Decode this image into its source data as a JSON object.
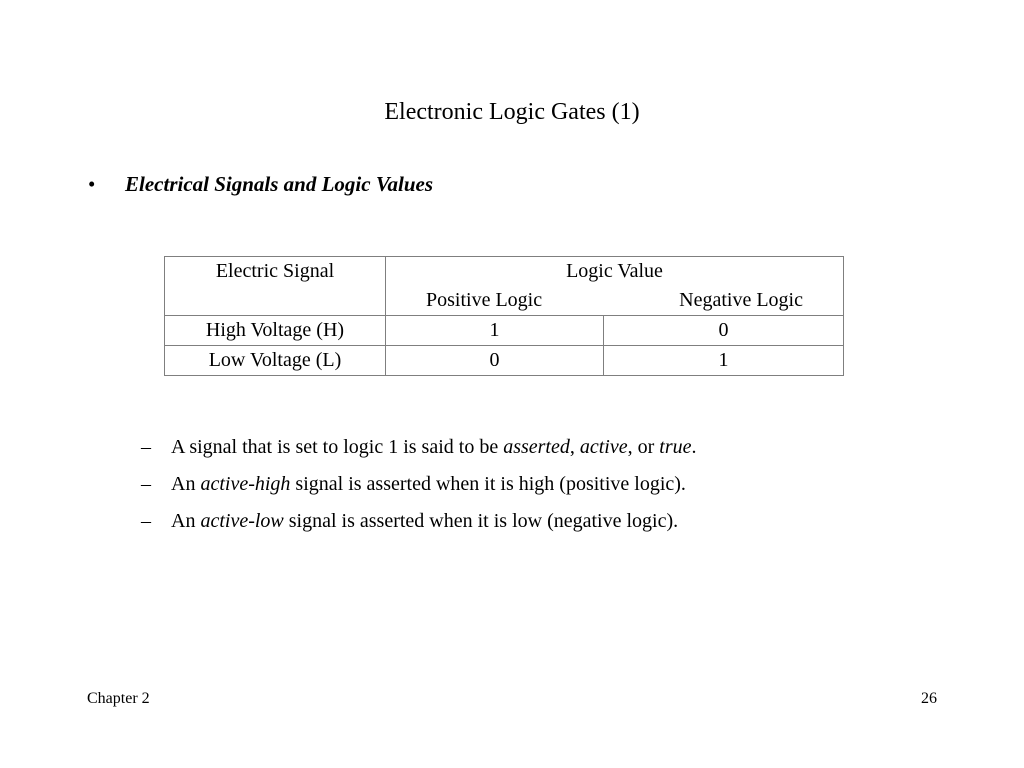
{
  "slide": {
    "title": "Electronic Logic Gates (1)",
    "bullet_symbol": "•",
    "bullet": "Electrical Signals and Logic Values"
  },
  "table": {
    "header_col1": "Electric Signal",
    "header_group": "Logic Value",
    "header_positive": "Positive Logic",
    "header_negative": "Negative Logic",
    "rows": [
      {
        "signal": "High Voltage (H)",
        "positive": "1",
        "negative": "0"
      },
      {
        "signal": "Low Voltage (L)",
        "positive": "0",
        "negative": "1"
      }
    ]
  },
  "sub_bullets": {
    "dash": "–",
    "item1": {
      "pre": "A signal that is set to logic 1 is said to be ",
      "em1": "asserted",
      "mid1": ", ",
      "em2": "active",
      "mid2": ", or ",
      "em3": "true",
      "post": "."
    },
    "item2": {
      "pre": "An ",
      "em": "active-high",
      "post": " signal is asserted when it is high (positive logic)."
    },
    "item3": {
      "pre": "An ",
      "em": "active-low",
      "post": " signal is asserted when it is low (negative logic)."
    }
  },
  "footer": {
    "chapter": "Chapter 2",
    "page_number": "26"
  }
}
